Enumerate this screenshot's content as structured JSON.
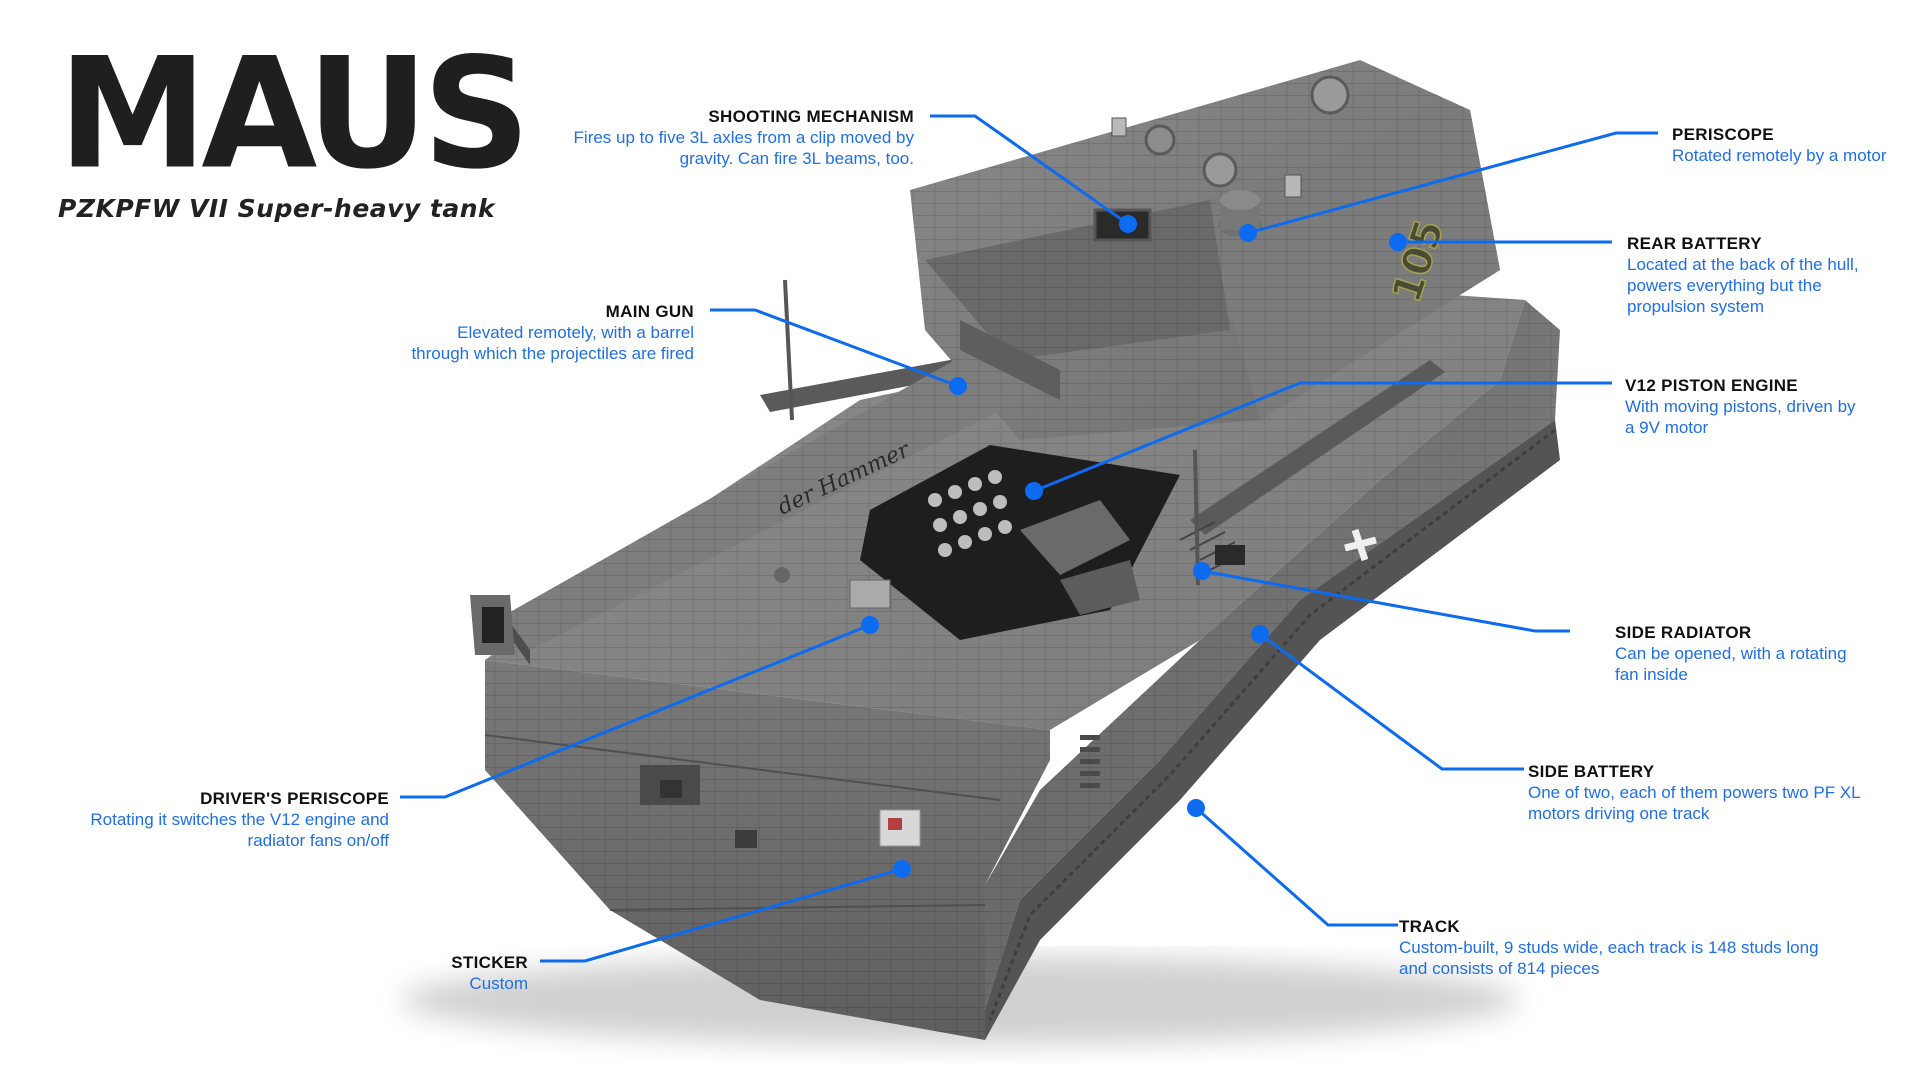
{
  "header": {
    "title": "MAUS",
    "subtitle": "PZKPFW VII Super-heavy tank"
  },
  "markings": {
    "barrel_text": "der Hammer",
    "turret_number": "105"
  },
  "colors": {
    "accent": "#1f6fe5",
    "title_text": "#111111",
    "hull": "#6c6c6c"
  },
  "callouts": {
    "shooting_mechanism": {
      "title": "SHOOTING MECHANISM",
      "line1": "Fires up to five 3L axles from a clip moved by",
      "line2": "gravity. Can fire 3L beams, too."
    },
    "periscope": {
      "title": "PERISCOPE",
      "line1": "Rotated remotely by a motor"
    },
    "rear_battery": {
      "title": "REAR BATTERY",
      "line1": "Located at the back of the hull,",
      "line2": "powers everything but the",
      "line3": "propulsion system"
    },
    "main_gun": {
      "title": "MAIN GUN",
      "line1": "Elevated remotely, with a barrel",
      "line2": "through which the projectiles are fired"
    },
    "v12_engine": {
      "title": "V12 PISTON ENGINE",
      "line1": "With moving pistons, driven by",
      "line2": "a 9V motor"
    },
    "side_radiator": {
      "title": "SIDE RADIATOR",
      "line1": "Can be opened, with a rotating",
      "line2": "fan inside"
    },
    "side_battery": {
      "title": "SIDE BATTERY",
      "line1": "One of two, each of them powers two PF XL",
      "line2": "motors driving one track"
    },
    "drivers_periscope": {
      "title": "DRIVER'S PERISCOPE",
      "line1": "Rotating it switches the V12 engine and",
      "line2": "radiator fans on/off"
    },
    "track": {
      "title": "TRACK",
      "line1": "Custom-built, 9 studs wide, each track is 148 studs long",
      "line2": "and consists of 814 pieces"
    },
    "sticker": {
      "title": "STICKER",
      "line1": "Custom"
    }
  }
}
